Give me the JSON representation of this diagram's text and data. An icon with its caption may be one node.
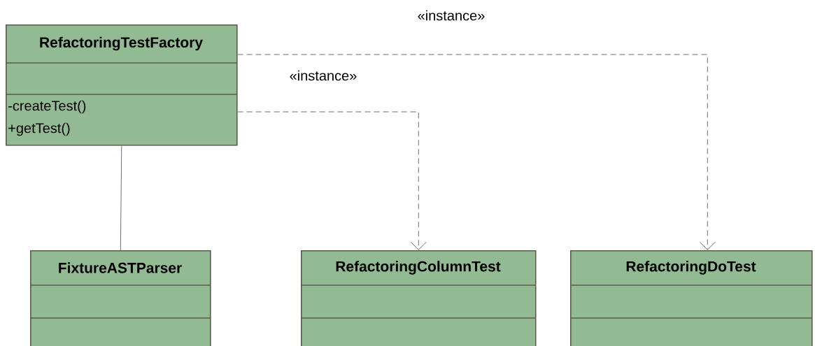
{
  "diagram": {
    "nodes": [
      {
        "text": [
          "RefactoringTestFactory",
          "-createTest()",
          "+getTest()"
        ]
      },
      {
        "text": [
          "FixtureASTParser"
        ]
      },
      {
        "text": [
          "RefactoringColumnTest"
        ]
      },
      {
        "text": [
          "RefactoringDoTest"
        ]
      }
    ],
    "edges": [
      {
        "from": 0,
        "to": 1,
        "arrow": "none"
      },
      {
        "from": 0,
        "to": 2,
        "arrow": "to",
        "style": "dashed",
        "label": "«instance»"
      },
      {
        "from": 0,
        "to": 3,
        "arrow": "to",
        "style": "dashed",
        "label": "«instance»"
      }
    ]
  }
}
